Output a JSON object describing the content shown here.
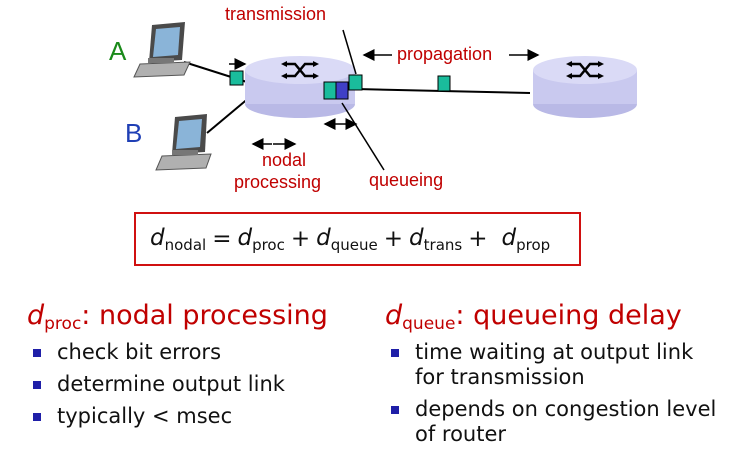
{
  "diagram": {
    "host_a_label": "A",
    "host_b_label": "B",
    "transmission_label": "transmission",
    "propagation_label": "propagation",
    "nodal_label_line1": "nodal",
    "nodal_label_line2": "processing",
    "queueing_label": "queueing",
    "colors": {
      "host_a": "#1a8a1a",
      "host_b": "#1f3fb5",
      "annotation": "#c00000",
      "router": "#c9c9ef",
      "packet": "#1abc9c",
      "packet_queued": "#3f3fc7"
    },
    "icons": [
      "computer-icon",
      "router-icon",
      "packet-icon"
    ]
  },
  "formula": {
    "lhs_d": "d",
    "lhs_sub": "nodal",
    "equals": "=",
    "plus": "+",
    "terms": [
      {
        "d": "d",
        "sub": "proc"
      },
      {
        "d": "d",
        "sub": "queue"
      },
      {
        "d": "d",
        "sub": "trans"
      },
      {
        "d": "d",
        "sub": "prop"
      }
    ]
  },
  "proc": {
    "d": "d",
    "sub": "proc",
    "title": ": nodal processing",
    "bullets": [
      "check bit errors",
      "determine output link",
      "typically < msec"
    ]
  },
  "queue": {
    "d": "d",
    "sub": "queue",
    "title": ": queueing delay",
    "bullets": [
      "time waiting at output link for transmission",
      "depends on congestion level of router"
    ]
  }
}
